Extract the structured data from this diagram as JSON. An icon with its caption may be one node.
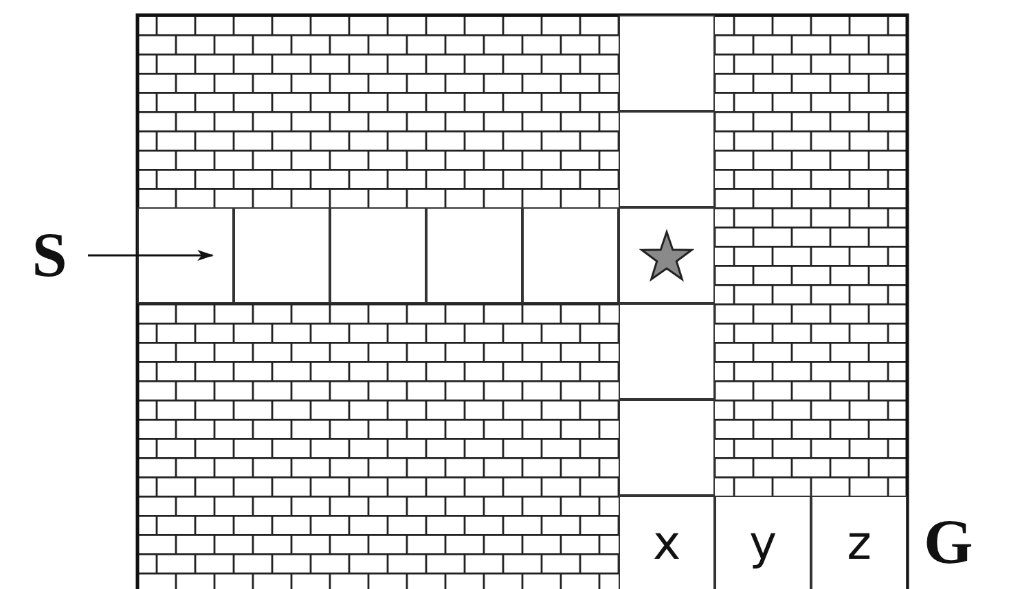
{
  "diagram": {
    "nodes": [
      {
        "text": [],
        "shape": "box"
      },
      {
        "text": [],
        "shape": "box"
      },
      {
        "text": [
          "S"
        ]
      },
      {
        "text": [],
        "shape": "box"
      },
      {
        "text": [],
        "shape": "box"
      },
      {
        "text": [],
        "shape": "box"
      },
      {
        "text": [],
        "shape": "box"
      },
      {
        "text": [],
        "shape": "box"
      },
      {
        "text": [],
        "shape": "box"
      },
      {
        "text": [],
        "shape": "box"
      },
      {
        "text": [],
        "shape": "box"
      },
      {
        "text": [
          "x"
        ]
      },
      {
        "text": [
          "y"
        ]
      },
      {
        "text": [
          "z"
        ]
      }
    ],
    "edges": [
      {
        "from": 2,
        "to": 3,
        "arrow": "to"
      }
    ],
    "labels": [
      "G"
    ]
  }
}
